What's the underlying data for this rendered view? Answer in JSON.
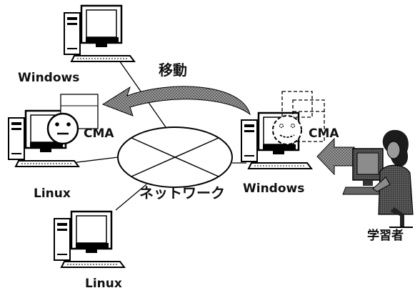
{
  "labels": {
    "windows_top": "Windows",
    "move": "移動",
    "cma_left": "CMA",
    "linux_left": "Linux",
    "network": "ネットワーク",
    "windows_right": "Windows",
    "cma_right": "CMA",
    "learner": "学習者",
    "linux_bottom": "Linux"
  }
}
